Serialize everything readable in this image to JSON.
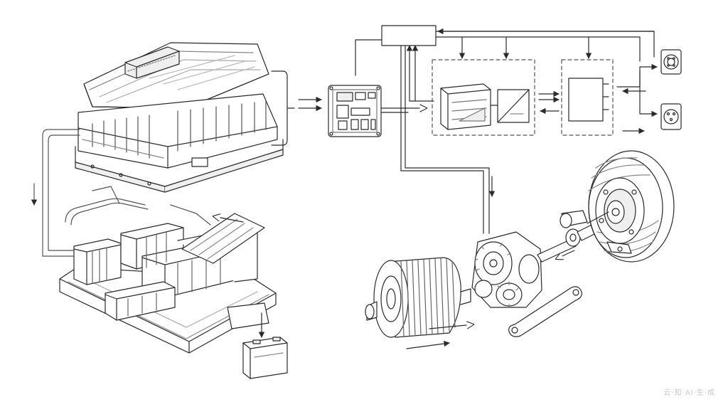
{
  "watermark": {
    "text": "云·知·AI·生·成"
  },
  "colors": {
    "line": "#2a2a2a",
    "light": "#9a9a9a",
    "fill": "#ffffff",
    "shade": "#efefef"
  },
  "components": {
    "top_battery_pack": "battery-pack-exploded",
    "lower_battery_tray": "battery-tray",
    "aux_battery": "12v-battery",
    "control_module": "ecu-module",
    "top_box": "supervisor-box",
    "inverter_group": "inverter-converter-group",
    "charger_group": "charger-box-group",
    "ports": [
      "charge-port-1",
      "charge-port-2"
    ],
    "motor": "electric-motor-rotor",
    "gearbox": "reduction-gearbox",
    "halfshaft": "drive-shaft",
    "wheel": "wheel-hub",
    "link": "tie-link"
  }
}
